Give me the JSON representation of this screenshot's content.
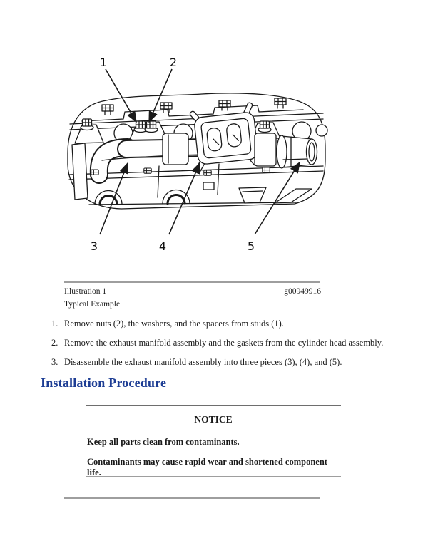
{
  "figure": {
    "description_name": "exhaust-manifold-illustration",
    "callouts": [
      "1",
      "2",
      "3",
      "4",
      "5"
    ],
    "caption": {
      "label": "Illustration 1",
      "code": "g00949916",
      "subcaption": "Typical Example"
    }
  },
  "steps": [
    {
      "num": "1.",
      "text": "Remove nuts (2), the washers, and the spacers from studs (1)."
    },
    {
      "num": "2.",
      "text": "Remove the exhaust manifold assembly and the gaskets from the cylinder head assembly."
    },
    {
      "num": "3.",
      "text": "Disassemble the exhaust manifold assembly into three pieces (3), (4), and (5)."
    }
  ],
  "section": {
    "heading": "Installation Procedure"
  },
  "notice": {
    "title": "NOTICE",
    "lines": [
      "Keep all parts clean from contaminants.",
      "Contaminants may cause rapid wear and shortened component life."
    ]
  },
  "colors": {
    "heading_blue": "#1d3d94",
    "divider_gray": "#9e9e9e",
    "line_art": "#1a1a1a"
  }
}
